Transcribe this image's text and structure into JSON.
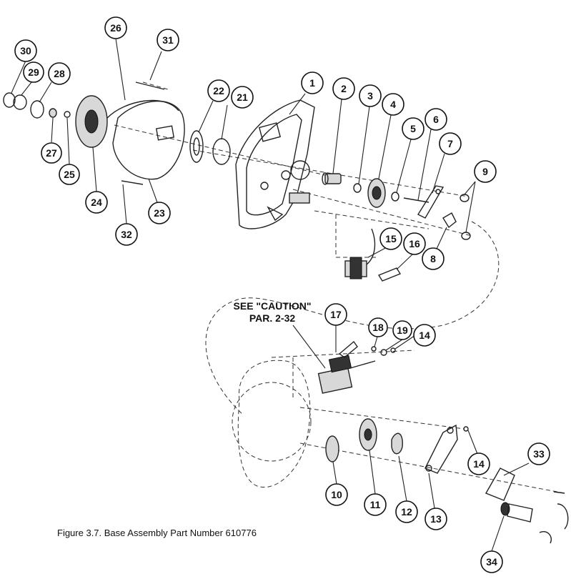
{
  "caption": "Figure 3.7. Base Assembly Part Number 610776",
  "caution_note": {
    "line1": "SEE \"CAUTION\"",
    "line2": "PAR. 2-32"
  },
  "callouts": [
    {
      "label": "1"
    },
    {
      "label": "2"
    },
    {
      "label": "3"
    },
    {
      "label": "4"
    },
    {
      "label": "5"
    },
    {
      "label": "6"
    },
    {
      "label": "7"
    },
    {
      "label": "8"
    },
    {
      "label": "9"
    },
    {
      "label": "10"
    },
    {
      "label": "11"
    },
    {
      "label": "12"
    },
    {
      "label": "13"
    },
    {
      "label": "14"
    },
    {
      "label": "14"
    },
    {
      "label": "15"
    },
    {
      "label": "16"
    },
    {
      "label": "17"
    },
    {
      "label": "18"
    },
    {
      "label": "19"
    },
    {
      "label": "21"
    },
    {
      "label": "22"
    },
    {
      "label": "23"
    },
    {
      "label": "24"
    },
    {
      "label": "25"
    },
    {
      "label": "26"
    },
    {
      "label": "27"
    },
    {
      "label": "28"
    },
    {
      "label": "29"
    },
    {
      "label": "30"
    },
    {
      "label": "31"
    },
    {
      "label": "32"
    },
    {
      "label": "33"
    },
    {
      "label": "34"
    }
  ]
}
